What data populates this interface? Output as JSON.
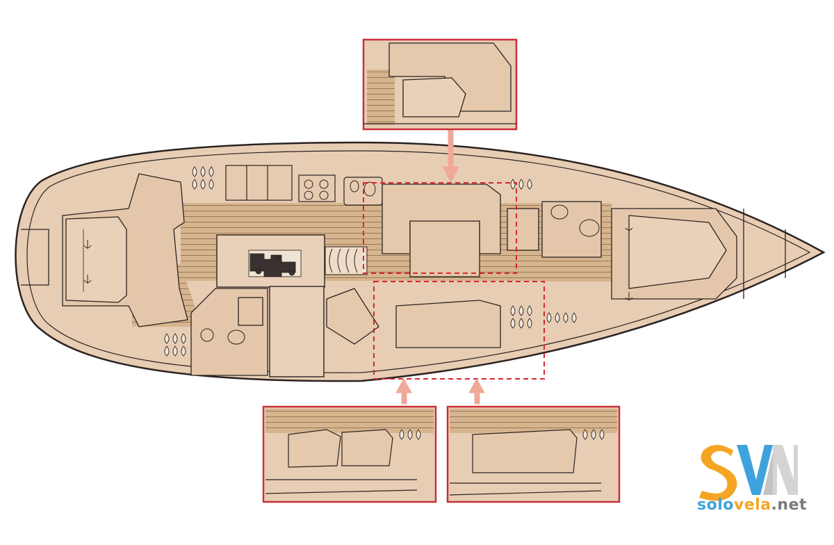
{
  "colors": {
    "hull_fill": "#e7cdb4",
    "deck_fill": "#d9b792",
    "outline": "#2a2220",
    "inset_border": "#c8303a",
    "highlight_dash": "#d8262e",
    "arrow": "#f0a898",
    "logo_blue": "#3ea3dc",
    "logo_orange": "#f5a523",
    "logo_gray": "#7a7a7a"
  },
  "logo": {
    "mark": "SVN",
    "part1": "solo",
    "part2": "vela",
    "part3": ".net"
  },
  "icons": [
    "anchor-icon",
    "engine-icon",
    "stove-icon",
    "sink-icon",
    "toilet-icon",
    "life-jacket-icon"
  ]
}
